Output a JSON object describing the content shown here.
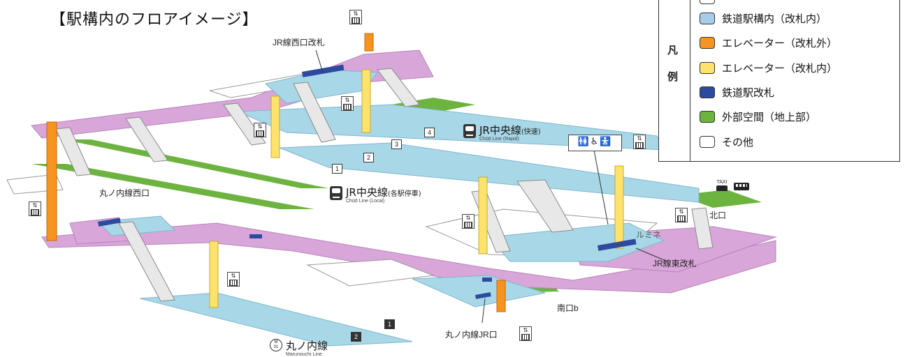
{
  "page_title": "【駅構内のフロアイメージ】",
  "legend": {
    "header": [
      "凡",
      "例"
    ],
    "items": [
      {
        "label": "鉄道駅構内（改札内）",
        "color": "#a8cde8"
      },
      {
        "label": "エレベーター（改札外）",
        "color": "#f7941d"
      },
      {
        "label": "エレベーター（改札内）",
        "color": "#fde36b"
      },
      {
        "label": "鉄道駅改札",
        "color": "#2e4a9e"
      },
      {
        "label": "外部空間（地上部）",
        "color": "#6db33f"
      },
      {
        "label": "その他",
        "color": "#ffffff"
      }
    ]
  },
  "colors": {
    "concourse_outside": "#d9a6d9",
    "platform": "#a8d8e8",
    "stairs": "#e4e4e4",
    "other": "#ffffff",
    "elevator_outside": "#f7941d",
    "elevator_inside": "#fde36b",
    "gate": "#2e4a9e",
    "outdoor": "#6db33f"
  },
  "labels": {
    "jr_west_gate": "JR線西口改札",
    "marunouchi_west": "丸ノ内線西口",
    "lumine": "ルミネ",
    "jr_east_gate": "JR線東改札",
    "north_exit": "北口",
    "south_exit_b": "南口b",
    "marunouchi_jr_exit": "丸ノ内線JR口"
  },
  "lines": {
    "chuo_rapid": {
      "name": "JR中央線",
      "type": "(快速)",
      "sub": "Chūō Line (Rapid)"
    },
    "chuo_local": {
      "name": "JR中央線",
      "type": "(各駅停車)",
      "sub": "Chūō Line (Local)"
    },
    "marunouchi": {
      "name": "丸ノ内線",
      "sub": "Marunouchi Line",
      "code_top": "M",
      "code_bottom": "01"
    }
  },
  "platform_numbers": [
    "1",
    "2",
    "3",
    "4"
  ],
  "marunouchi_platform_numbers": [
    "1",
    "2"
  ],
  "icons": {
    "elevator": "elevator-icon",
    "toilet_accessible": "🚻♿🚼",
    "taxi": "TAXI",
    "bus": "bus-icon"
  }
}
